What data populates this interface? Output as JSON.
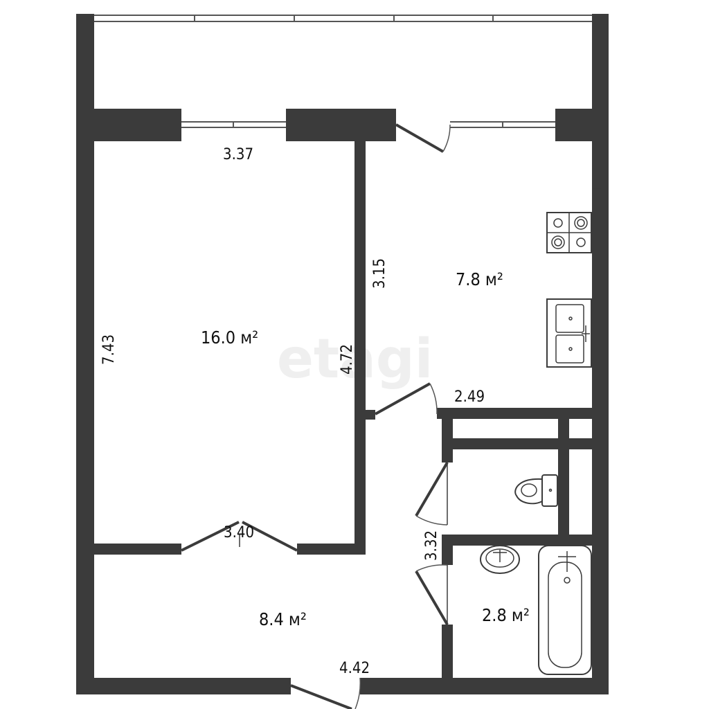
{
  "watermark": "etagi",
  "rooms": {
    "living_room": {
      "area": "16.0 м²"
    },
    "kitchen": {
      "area": "7.8 м²"
    },
    "hallway": {
      "area": "8.4 м²"
    },
    "bathroom": {
      "area": "2.8 м²"
    }
  },
  "dimensions": {
    "living_width_top": "3.37",
    "living_length_left": "7.43",
    "living_right": "4.72",
    "living_width_bottom": "3.40",
    "kitchen_side": "3.15",
    "kitchen_bottom": "2.49",
    "hall_side": "3.32",
    "hall_bottom": "4.42"
  },
  "icons": [
    "stove-icon",
    "sink-icon",
    "toilet-icon",
    "washbasin-icon",
    "bathtub-icon"
  ]
}
